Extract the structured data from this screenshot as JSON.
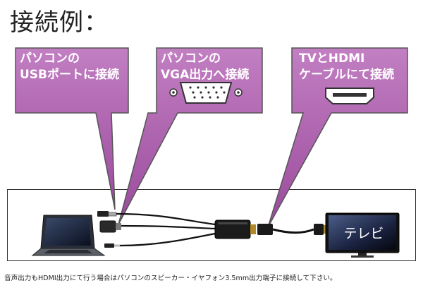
{
  "title": "接続例：",
  "callouts": [
    {
      "line1": "パソコンの",
      "line2": "USBポートに接続"
    },
    {
      "line1": "パソコンの",
      "line2": "VGA出力へ接続"
    },
    {
      "line1": "TVとHDMI",
      "line2": "ケーブルにて接続"
    }
  ],
  "tv_label": "テレビ",
  "caption": "音声出力もHDMI出力にて行う場合はパソコンのスピーカー・イヤフォン3.5mm出力端子に接続して下さい。",
  "icons": [
    "vga-port-icon",
    "hdmi-port-icon",
    "laptop-icon",
    "tv-icon",
    "converter-box-icon"
  ],
  "colors": {
    "callout_fill": "#a55ba5",
    "callout_border": "#555555"
  }
}
